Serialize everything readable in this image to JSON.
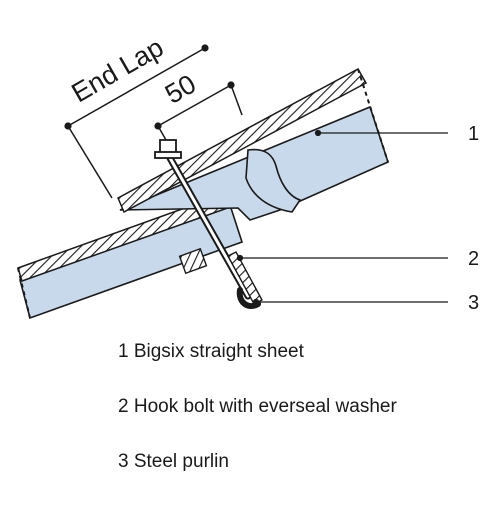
{
  "dimensions": {
    "end_lap_label": "End Lap",
    "overlap_label": "50"
  },
  "callouts": [
    "1",
    "2",
    "3"
  ],
  "legend": [
    "1 Bigsix straight sheet",
    "2 Hook bolt with everseal washer",
    "3 Steel purlin"
  ],
  "colors": {
    "sheet_fill": "#c8d9ec",
    "line": "#1a1a1a",
    "background": "#ffffff"
  }
}
